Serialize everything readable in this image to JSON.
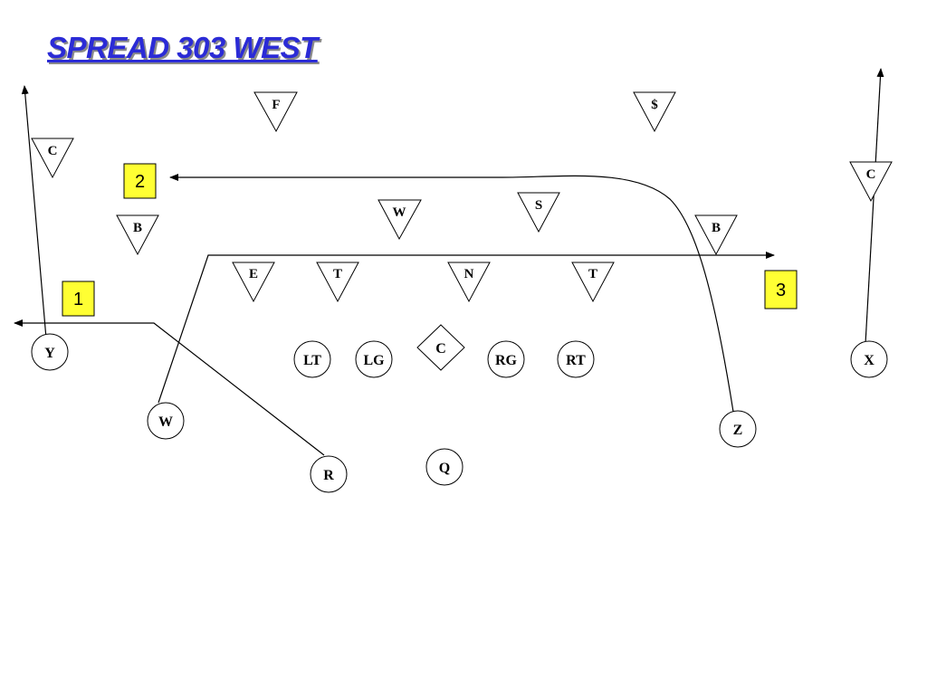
{
  "title": "SPREAD 303 WEST",
  "colors": {
    "title": "#2b2bd6",
    "number_box": "#ffff33",
    "ink": "#000000"
  },
  "offense": {
    "y": "Y",
    "lt": "LT",
    "lg": "LG",
    "c": "C",
    "rg": "RG",
    "rt": "RT",
    "x": "X",
    "w": "W",
    "z": "Z",
    "r": "R",
    "q": "Q"
  },
  "defense": {
    "f": "F",
    "dollar": "$",
    "c_left": "C",
    "c_right": "C",
    "b_left": "B",
    "b_right": "B",
    "w": "W",
    "s": "S",
    "e": "E",
    "t_left": "T",
    "n": "N",
    "t_right": "T"
  },
  "read_numbers": {
    "one": "1",
    "two": "2",
    "three": "3"
  }
}
